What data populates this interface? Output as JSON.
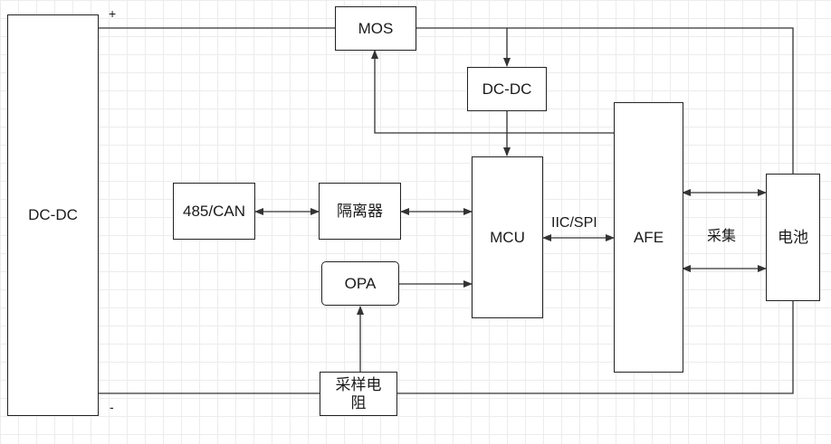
{
  "colors": {
    "line": "#333333",
    "box_border": "#222222",
    "grid": "#ececec"
  },
  "blocks": {
    "dcdc_main": "DC-DC",
    "mos": "MOS",
    "dcdc_small": "DC-DC",
    "can485": "485/CAN",
    "isolator": "隔离器",
    "opa": "OPA",
    "mcu": "MCU",
    "afe": "AFE",
    "battery": "电池",
    "sense_resistor": "采样电\n阻"
  },
  "labels": {
    "bus": "IIC/SPI",
    "acquire": "采集",
    "plus": "+",
    "minus": "-"
  }
}
